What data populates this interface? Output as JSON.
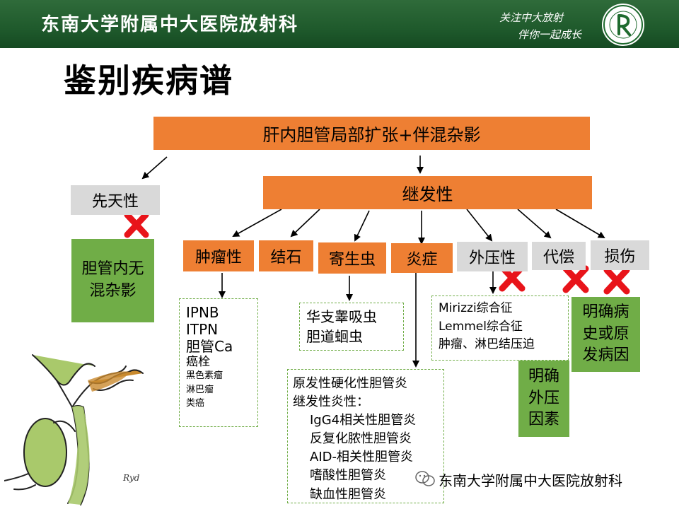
{
  "header": {
    "institution": "东南大学附属中大医院放射科",
    "slogan_line1": "关注中大放射",
    "slogan_line2": "伴你一起成长",
    "logo_icon": "hospital-logo-icon"
  },
  "title": "鉴别疾病谱",
  "colors": {
    "header_bg": "#1f5a2c",
    "orange": "#ee7f33",
    "gray": "#d9d9d9",
    "green": "#70ad47",
    "cross": "#e8141a"
  },
  "diagram": {
    "root": "肝内胆管局部扩张+伴混杂影",
    "congenital": {
      "label": "先天性",
      "result": "胆管内无混杂影"
    },
    "secondary": {
      "label": "继发性",
      "categories": {
        "tumor": {
          "label": "肿瘤性",
          "items": [
            "IPNB",
            "ITPN",
            "胆管Ca",
            "癌栓"
          ],
          "small_items": [
            "黑色素瘤",
            "淋巴瘤",
            "类癌"
          ]
        },
        "stone": {
          "label": "结石"
        },
        "parasite": {
          "label": "寄生虫",
          "items": [
            "华支睾吸虫",
            "胆道蛔虫"
          ]
        },
        "inflammation": {
          "label": "炎症",
          "items": [
            "原发性硬化性胆管炎",
            "继发性炎性："
          ],
          "sub_items": [
            "IgG4相关性胆管炎",
            "反复化脓性胆管炎",
            "AID-相关性胆管炎",
            "嗜酸性胆管炎",
            "缺血性胆管炎"
          ]
        },
        "compression": {
          "label": "外压性",
          "items": [
            "Mirizzi综合征",
            "Lemmel综合征",
            "肿瘤、淋巴结压迫"
          ],
          "result": "明确外压因素"
        },
        "compensation": {
          "label": "代偿"
        },
        "injury": {
          "label": "损伤",
          "result": "明确病史或原发病因"
        }
      }
    }
  },
  "watermark": "东南大学附属中大医院放射科",
  "signature": "Ryd"
}
